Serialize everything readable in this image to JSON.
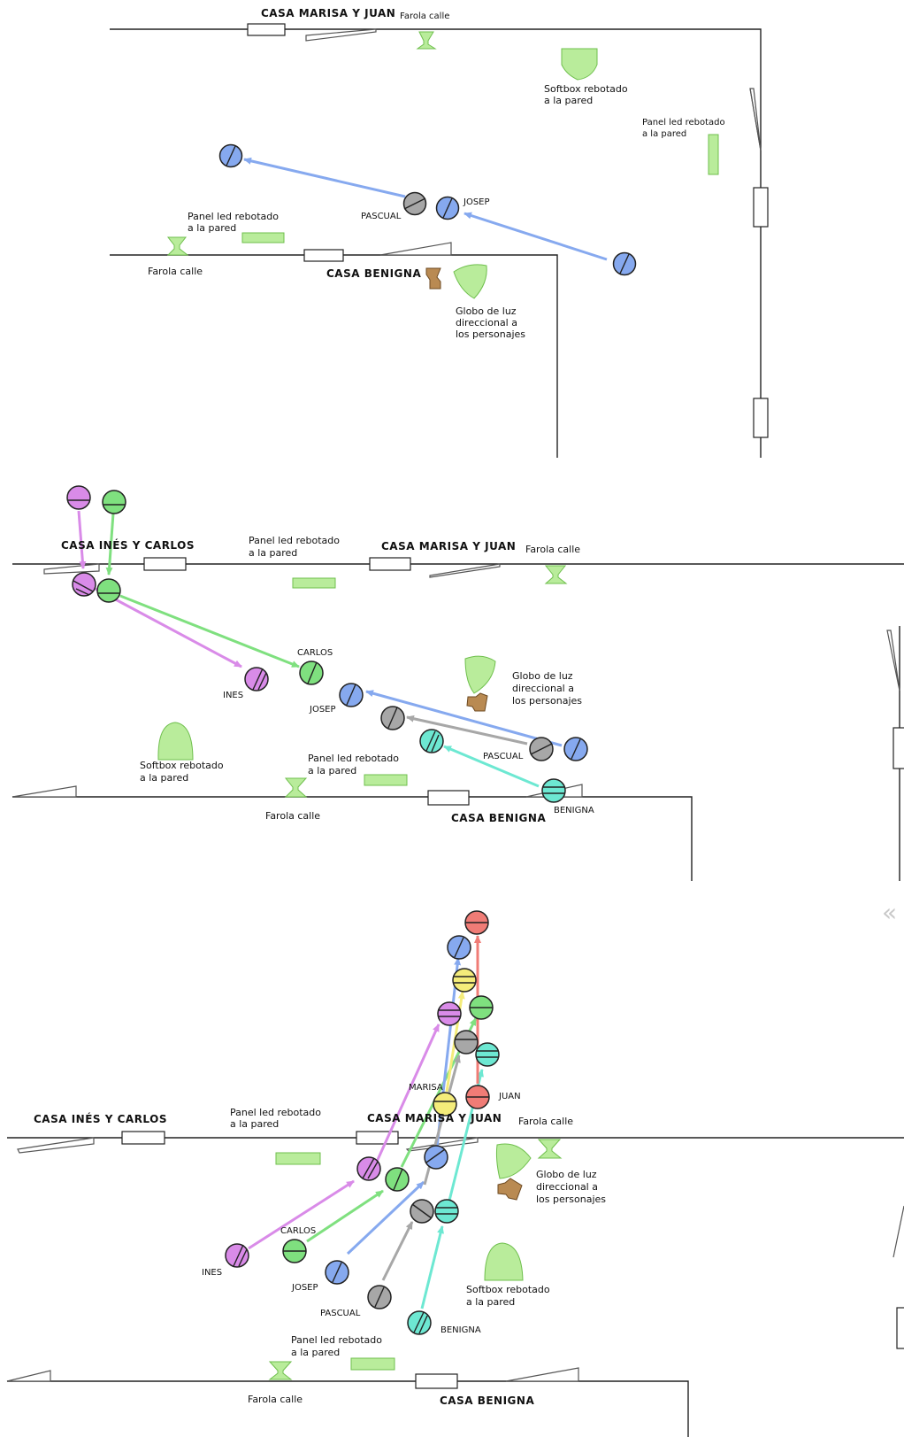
{
  "colors": {
    "purple": "#d98be8",
    "green": "#7fe07f",
    "blue": "#86a9ef",
    "gray": "#a7a7a7",
    "teal": "#6de8d2",
    "yellow": "#f4ec7a",
    "red": "#f07c76",
    "greenfill": "#b9ec9b",
    "brown": "#b98a52"
  },
  "texts": {
    "s1_casa_marisa": "CASA MARISA Y JUAN",
    "s1_farola_top": "Farola calle",
    "s1_softbox_l1": "Softbox rebotado",
    "s1_softbox_l2": "a la pared",
    "s1_panel_r_l1": "Panel led rebotado",
    "s1_panel_r_l2": "a la pared",
    "s1_panel_l_l1": "Panel led rebotado",
    "s1_panel_l_l2": "a la pared",
    "s1_josep": "JOSEP",
    "s1_pascual": "PASCUAL",
    "s1_farola_bottom": "Farola calle",
    "s1_casa_benigna": "CASA BENIGNA",
    "s1_globo_l1": "Globo de luz",
    "s1_globo_l2": "direccional a",
    "s1_globo_l3": "los personajes",
    "s2_casa_ines": "CASA INÉS Y CARLOS",
    "s2_panel_top_l1": "Panel led rebotado",
    "s2_panel_top_l2": "a la pared",
    "s2_casa_marisa": "CASA MARISA Y JUAN",
    "s2_farola_top": "Farola calle",
    "s2_carlos": "CARLOS",
    "s2_ines": "INES",
    "s2_josep": "JOSEP",
    "s2_globo_l1": "Globo de luz",
    "s2_globo_l2": "direccional a",
    "s2_globo_l3": "los personajes",
    "s2_softbox_l1": "Softbox rebotado",
    "s2_softbox_l2": "a la pared",
    "s2_panel_bot_l1": "Panel led rebotado",
    "s2_panel_bot_l2": "a la pared",
    "s2_pascual": "PASCUAL",
    "s2_benigna": "BENIGNA",
    "s2_farola_bottom": "Farola calle",
    "s2_casa_benigna": "CASA BENIGNA",
    "s3_marisa": "MARISA",
    "s3_juan": "JUAN",
    "s3_casa_ines": "CASA INÉS Y CARLOS",
    "s3_panel_top_l1": "Panel led rebotado",
    "s3_panel_top_l2": "a la pared",
    "s3_casa_marisa": "CASA MARISA Y JUAN",
    "s3_farola_top": "Farola calle",
    "s3_globo_l1": "Globo de luz",
    "s3_globo_l2": "direccional a",
    "s3_globo_l3": "los personajes",
    "s3_carlos": "CARLOS",
    "s3_ines": "INES",
    "s3_josep": "JOSEP",
    "s3_pascual": "PASCUAL",
    "s3_benigna": "BENIGNA",
    "s3_softbox_l1": "Softbox rebotado",
    "s3_softbox_l2": "a la pared",
    "s3_panel_bot_l1": "Panel led rebotado",
    "s3_panel_bot_l2": "a la pared",
    "s3_farola_bottom": "Farola calle",
    "s3_casa_benigna": "CASA BENIGNA",
    "collapse_glyph": "«"
  },
  "icons": [
    "character-marker",
    "movement-arrow",
    "street-lamp-icon",
    "softbox-icon",
    "led-panel-icon",
    "light-balloon-icon",
    "camera-icon",
    "door-icon",
    "window-icon"
  ]
}
